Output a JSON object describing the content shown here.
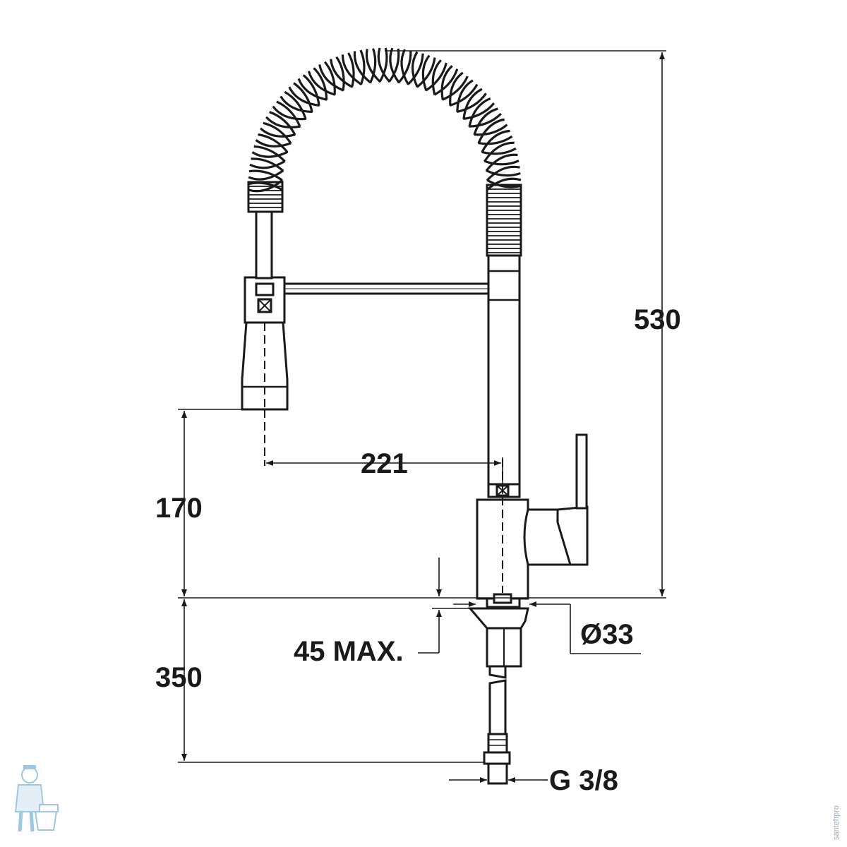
{
  "diagram": {
    "type": "technical-drawing",
    "subject": "pull-out spring kitchen mixer tap",
    "colors": {
      "ink": "#1a1a1a",
      "background": "#ffffff",
      "watermark": "#7fb3d9"
    },
    "icons": [
      "plumber-mascot-icon"
    ]
  },
  "dimensions": {
    "overall_height": "530",
    "spout_height": "170",
    "spout_reach": "221",
    "hose_length": "350",
    "worktop_thickness": "45 MAX.",
    "base_diameter": "Ø33",
    "connection_thread": "G 3/8"
  },
  "watermark": {
    "text": "santehpro"
  }
}
